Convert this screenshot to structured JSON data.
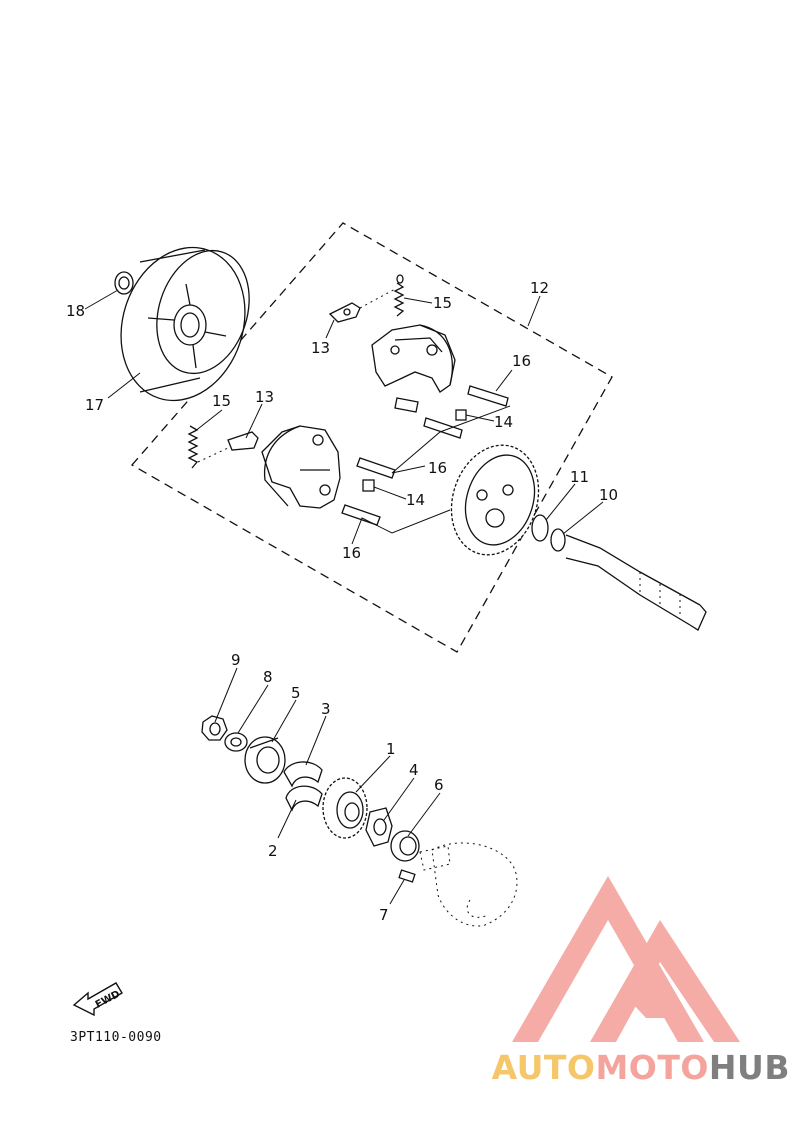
{
  "diagram": {
    "reference_code": "3PT110-0090",
    "fwd_label": "FWD",
    "parts": [
      {
        "id": "p9",
        "label": "9"
      },
      {
        "id": "p8",
        "label": "8"
      },
      {
        "id": "p5",
        "label": "5"
      },
      {
        "id": "p3",
        "label": "3"
      },
      {
        "id": "p1",
        "label": "1"
      },
      {
        "id": "p4",
        "label": "4"
      },
      {
        "id": "p6",
        "label": "6"
      },
      {
        "id": "p2",
        "label": "2"
      },
      {
        "id": "p7",
        "label": "7"
      },
      {
        "id": "p18",
        "label": "18"
      },
      {
        "id": "p17",
        "label": "17"
      },
      {
        "id": "p12",
        "label": "12"
      },
      {
        "id": "p15a",
        "label": "15"
      },
      {
        "id": "p13a",
        "label": "13"
      },
      {
        "id": "p16a",
        "label": "16"
      },
      {
        "id": "p14a",
        "label": "14"
      },
      {
        "id": "p15b",
        "label": "15"
      },
      {
        "id": "p13b",
        "label": "13"
      },
      {
        "id": "p16b",
        "label": "16"
      },
      {
        "id": "p14b",
        "label": "14"
      },
      {
        "id": "p16c",
        "label": "16"
      },
      {
        "id": "p11",
        "label": "11"
      },
      {
        "id": "p10",
        "label": "10"
      }
    ]
  },
  "watermark": {
    "brand_part1": "AUTO",
    "brand_part2": "MOTO",
    "brand_part3": "HUB",
    "colors": {
      "gold": "#f6c76a",
      "pink": "#f4a39d",
      "gray": "#7f7f7f"
    }
  }
}
